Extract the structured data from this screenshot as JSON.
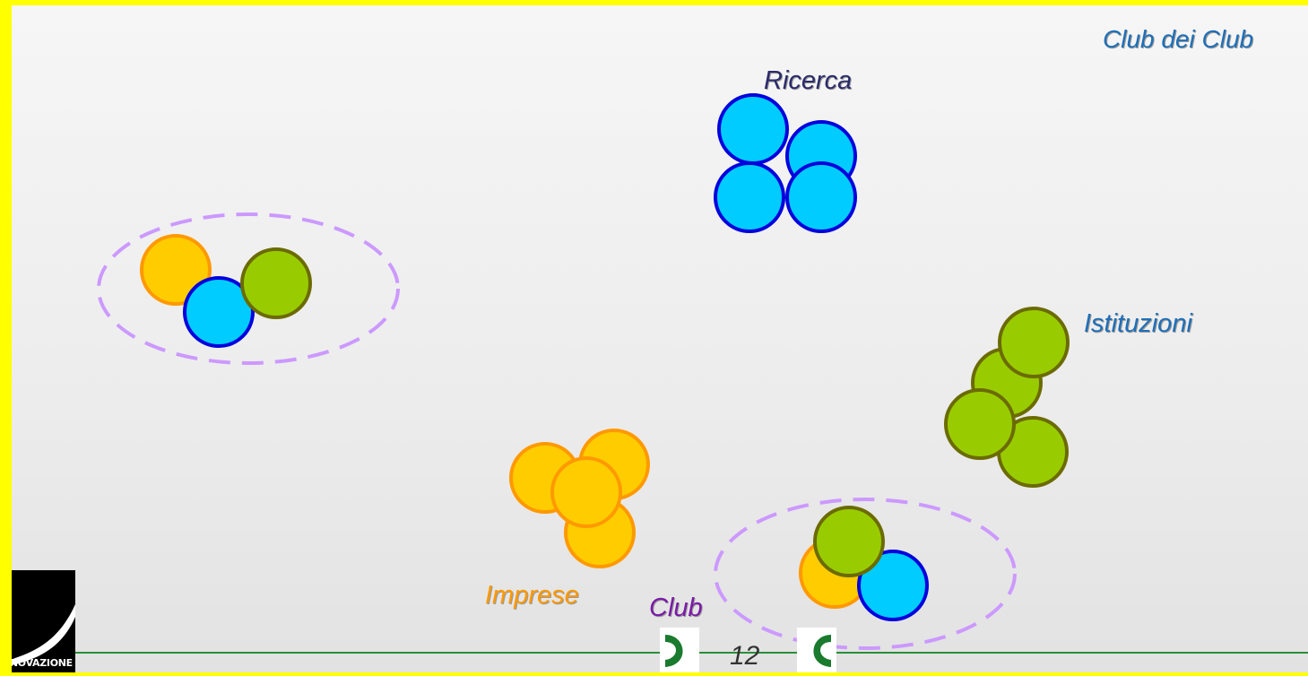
{
  "slide": {
    "title": "Club dei Club",
    "page_number": "12"
  },
  "labels": {
    "research": "Ricerca",
    "institutions": "Istituzioni",
    "companies": "Imprese",
    "club": "Club"
  },
  "logo": {
    "text": "NNOVAZIONE"
  },
  "colors": {
    "frame": "#ffff00",
    "research_fill": "#00ccff",
    "research_stroke": "#0000dd",
    "companies_fill": "#ffcc00",
    "companies_stroke": "#ff9900",
    "institutions_fill": "#99cc00",
    "institutions_stroke": "#6b6b00",
    "club_ellipse": "#cc99ff",
    "footer_line": "#2a8f3a",
    "logo_bracket": "#1a7a2e"
  }
}
